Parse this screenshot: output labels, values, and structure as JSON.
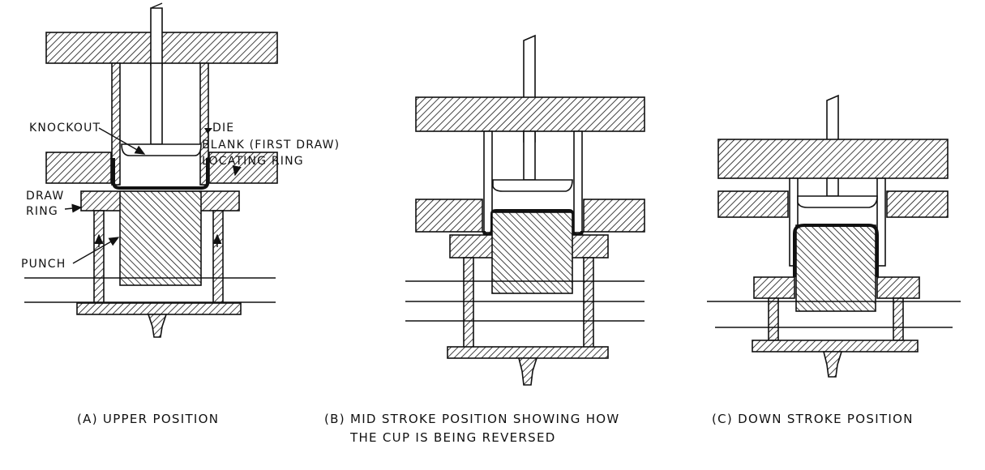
{
  "panels": [
    {
      "id": "a",
      "caption": "(A) UPPER POSITION",
      "labels": {
        "knockout": "KNOCKOUT",
        "die": "DIE",
        "blank": "BLANK (FIRST DRAW)",
        "locating_ring": "LOCATING RING",
        "draw_ring_1": "DRAW",
        "draw_ring_2": "RING",
        "punch": "PUNCH"
      }
    },
    {
      "id": "b",
      "caption_line1": "(B) MID STROKE POSITION SHOWING HOW",
      "caption_line2": "THE CUP IS BEING REVERSED"
    },
    {
      "id": "c",
      "caption": "(C) DOWN STROKE POSITION"
    }
  ]
}
